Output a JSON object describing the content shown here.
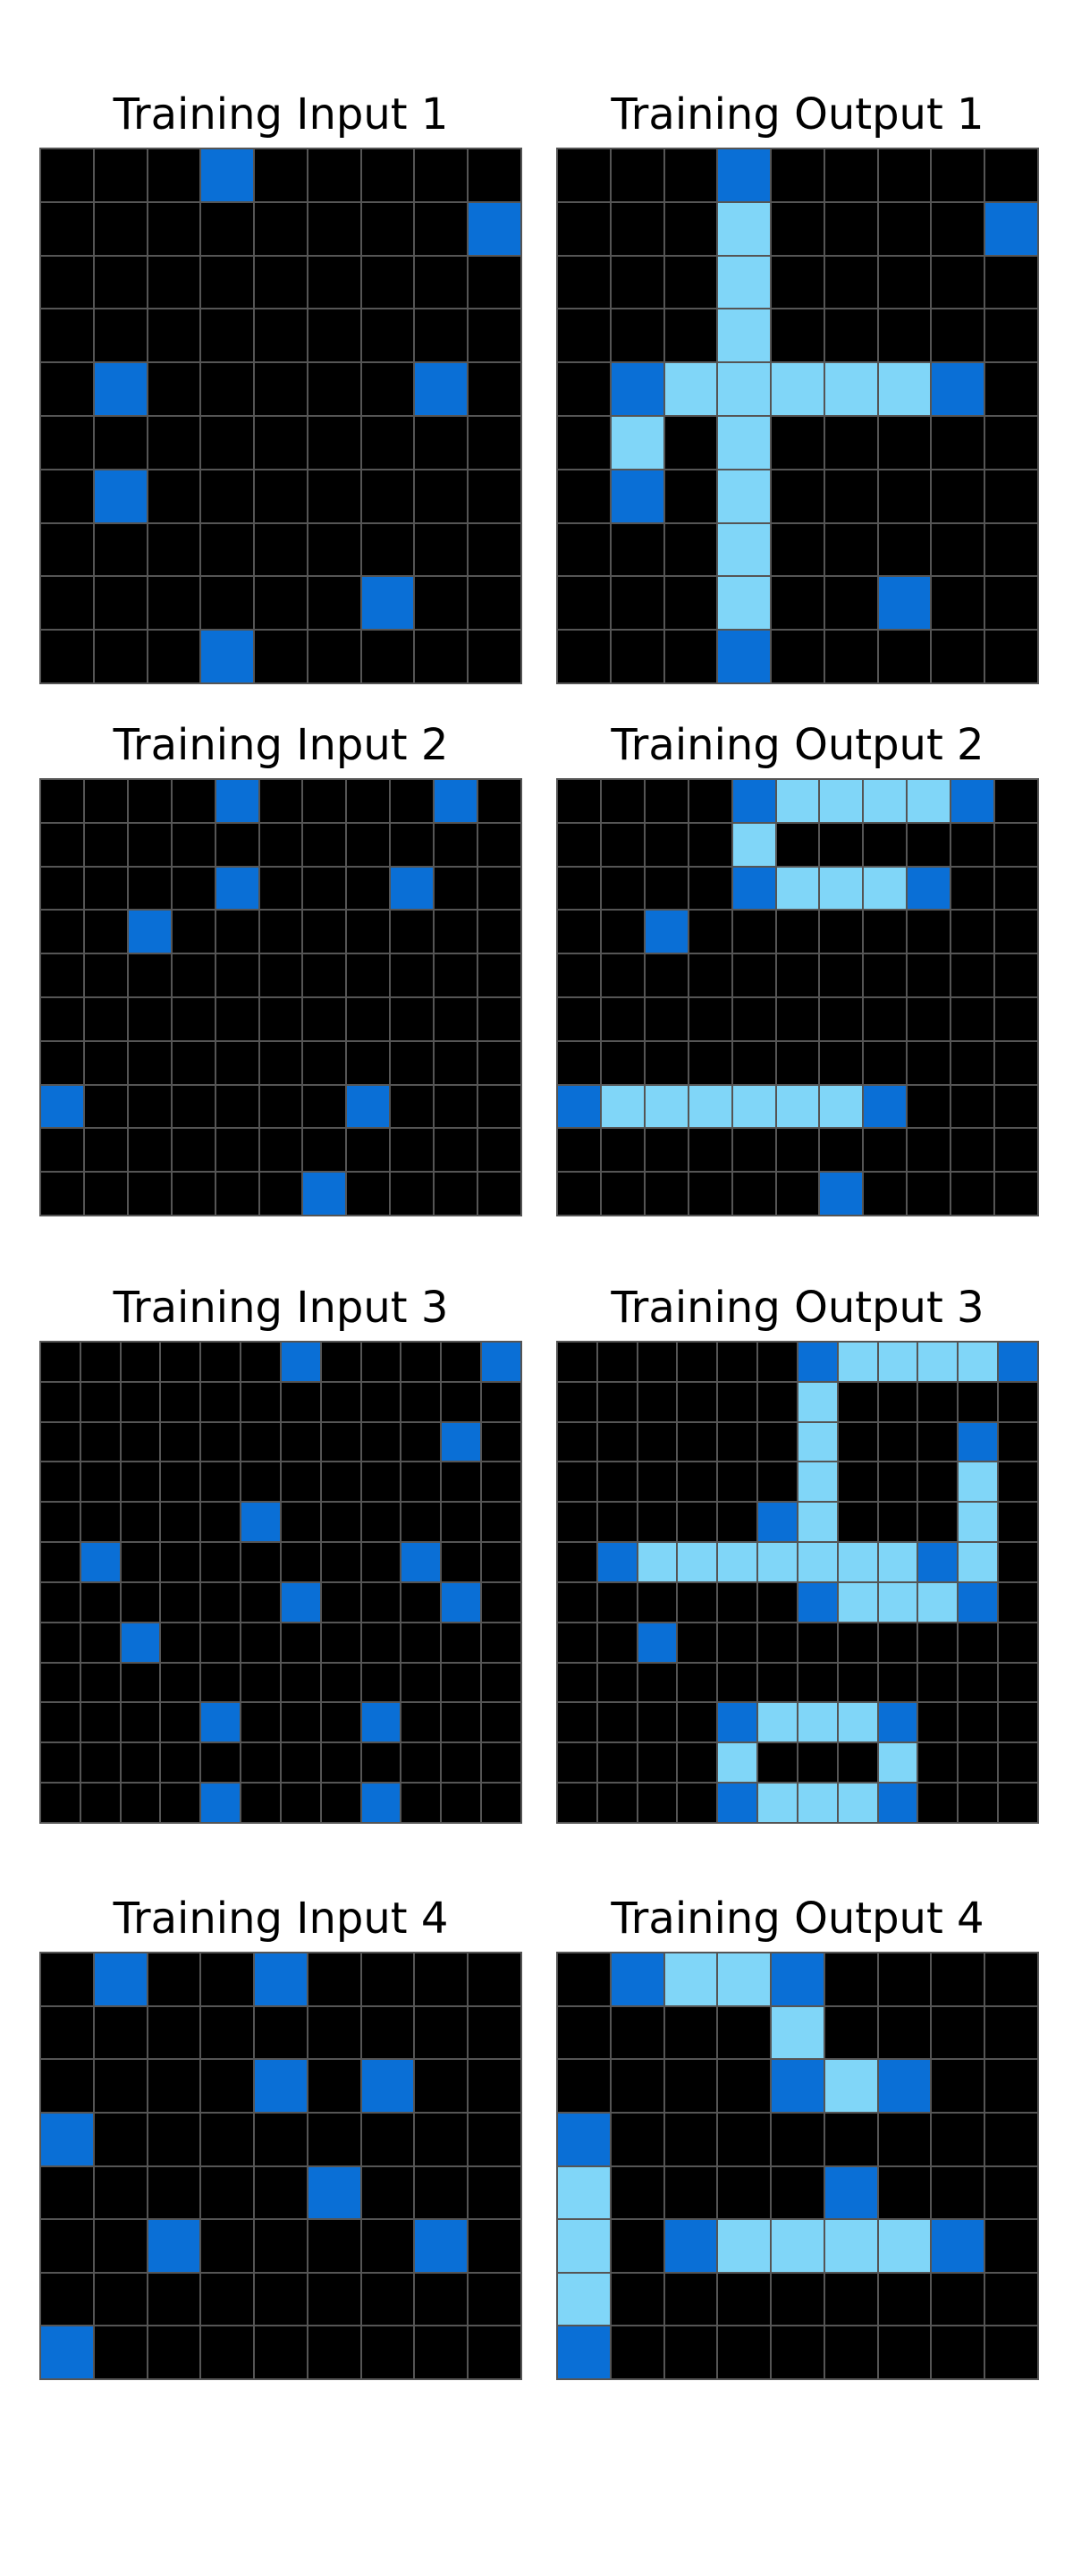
{
  "colors": {
    "0": "#000000",
    "1": "#0a6fd6",
    "2": "#80d6f8",
    "gridline": "#555555"
  },
  "panels": [
    {
      "title": "Training Input 1",
      "grid": [
        [
          0,
          0,
          0,
          1,
          0,
          0,
          0,
          0,
          0
        ],
        [
          0,
          0,
          0,
          0,
          0,
          0,
          0,
          0,
          1
        ],
        [
          0,
          0,
          0,
          0,
          0,
          0,
          0,
          0,
          0
        ],
        [
          0,
          0,
          0,
          0,
          0,
          0,
          0,
          0,
          0
        ],
        [
          0,
          1,
          0,
          0,
          0,
          0,
          0,
          1,
          0
        ],
        [
          0,
          0,
          0,
          0,
          0,
          0,
          0,
          0,
          0
        ],
        [
          0,
          1,
          0,
          0,
          0,
          0,
          0,
          0,
          0
        ],
        [
          0,
          0,
          0,
          0,
          0,
          0,
          0,
          0,
          0
        ],
        [
          0,
          0,
          0,
          0,
          0,
          0,
          1,
          0,
          0
        ],
        [
          0,
          0,
          0,
          1,
          0,
          0,
          0,
          0,
          0
        ]
      ]
    },
    {
      "title": "Training Output 1",
      "grid": [
        [
          0,
          0,
          0,
          1,
          0,
          0,
          0,
          0,
          0
        ],
        [
          0,
          0,
          0,
          2,
          0,
          0,
          0,
          0,
          1
        ],
        [
          0,
          0,
          0,
          2,
          0,
          0,
          0,
          0,
          0
        ],
        [
          0,
          0,
          0,
          2,
          0,
          0,
          0,
          0,
          0
        ],
        [
          0,
          1,
          2,
          2,
          2,
          2,
          2,
          1,
          0
        ],
        [
          0,
          2,
          0,
          2,
          0,
          0,
          0,
          0,
          0
        ],
        [
          0,
          1,
          0,
          2,
          0,
          0,
          0,
          0,
          0
        ],
        [
          0,
          0,
          0,
          2,
          0,
          0,
          0,
          0,
          0
        ],
        [
          0,
          0,
          0,
          2,
          0,
          0,
          1,
          0,
          0
        ],
        [
          0,
          0,
          0,
          1,
          0,
          0,
          0,
          0,
          0
        ]
      ]
    },
    {
      "title": "Training Input 2",
      "grid": [
        [
          0,
          0,
          0,
          0,
          1,
          0,
          0,
          0,
          0,
          1,
          0
        ],
        [
          0,
          0,
          0,
          0,
          0,
          0,
          0,
          0,
          0,
          0,
          0
        ],
        [
          0,
          0,
          0,
          0,
          1,
          0,
          0,
          0,
          1,
          0,
          0
        ],
        [
          0,
          0,
          1,
          0,
          0,
          0,
          0,
          0,
          0,
          0,
          0
        ],
        [
          0,
          0,
          0,
          0,
          0,
          0,
          0,
          0,
          0,
          0,
          0
        ],
        [
          0,
          0,
          0,
          0,
          0,
          0,
          0,
          0,
          0,
          0,
          0
        ],
        [
          0,
          0,
          0,
          0,
          0,
          0,
          0,
          0,
          0,
          0,
          0
        ],
        [
          1,
          0,
          0,
          0,
          0,
          0,
          0,
          1,
          0,
          0,
          0
        ],
        [
          0,
          0,
          0,
          0,
          0,
          0,
          0,
          0,
          0,
          0,
          0
        ],
        [
          0,
          0,
          0,
          0,
          0,
          0,
          1,
          0,
          0,
          0,
          0
        ]
      ]
    },
    {
      "title": "Training Output 2",
      "grid": [
        [
          0,
          0,
          0,
          0,
          1,
          2,
          2,
          2,
          2,
          1,
          0
        ],
        [
          0,
          0,
          0,
          0,
          2,
          0,
          0,
          0,
          0,
          0,
          0
        ],
        [
          0,
          0,
          0,
          0,
          1,
          2,
          2,
          2,
          1,
          0,
          0
        ],
        [
          0,
          0,
          1,
          0,
          0,
          0,
          0,
          0,
          0,
          0,
          0
        ],
        [
          0,
          0,
          0,
          0,
          0,
          0,
          0,
          0,
          0,
          0,
          0
        ],
        [
          0,
          0,
          0,
          0,
          0,
          0,
          0,
          0,
          0,
          0,
          0
        ],
        [
          0,
          0,
          0,
          0,
          0,
          0,
          0,
          0,
          0,
          0,
          0
        ],
        [
          1,
          2,
          2,
          2,
          2,
          2,
          2,
          1,
          0,
          0,
          0
        ],
        [
          0,
          0,
          0,
          0,
          0,
          0,
          0,
          0,
          0,
          0,
          0
        ],
        [
          0,
          0,
          0,
          0,
          0,
          0,
          1,
          0,
          0,
          0,
          0
        ]
      ]
    },
    {
      "title": "Training Input 3",
      "grid": [
        [
          0,
          0,
          0,
          0,
          0,
          0,
          1,
          0,
          0,
          0,
          0,
          1
        ],
        [
          0,
          0,
          0,
          0,
          0,
          0,
          0,
          0,
          0,
          0,
          0,
          0
        ],
        [
          0,
          0,
          0,
          0,
          0,
          0,
          0,
          0,
          0,
          0,
          1,
          0
        ],
        [
          0,
          0,
          0,
          0,
          0,
          0,
          0,
          0,
          0,
          0,
          0,
          0
        ],
        [
          0,
          0,
          0,
          0,
          0,
          1,
          0,
          0,
          0,
          0,
          0,
          0
        ],
        [
          0,
          1,
          0,
          0,
          0,
          0,
          0,
          0,
          0,
          1,
          0,
          0
        ],
        [
          0,
          0,
          0,
          0,
          0,
          0,
          1,
          0,
          0,
          0,
          1,
          0
        ],
        [
          0,
          0,
          1,
          0,
          0,
          0,
          0,
          0,
          0,
          0,
          0,
          0
        ],
        [
          0,
          0,
          0,
          0,
          0,
          0,
          0,
          0,
          0,
          0,
          0,
          0
        ],
        [
          0,
          0,
          0,
          0,
          1,
          0,
          0,
          0,
          1,
          0,
          0,
          0
        ],
        [
          0,
          0,
          0,
          0,
          0,
          0,
          0,
          0,
          0,
          0,
          0,
          0
        ],
        [
          0,
          0,
          0,
          0,
          1,
          0,
          0,
          0,
          1,
          0,
          0,
          0
        ]
      ]
    },
    {
      "title": "Training Output 3",
      "grid": [
        [
          0,
          0,
          0,
          0,
          0,
          0,
          1,
          2,
          2,
          2,
          2,
          1
        ],
        [
          0,
          0,
          0,
          0,
          0,
          0,
          2,
          0,
          0,
          0,
          0,
          0
        ],
        [
          0,
          0,
          0,
          0,
          0,
          0,
          2,
          0,
          0,
          0,
          1,
          0
        ],
        [
          0,
          0,
          0,
          0,
          0,
          0,
          2,
          0,
          0,
          0,
          2,
          0
        ],
        [
          0,
          0,
          0,
          0,
          0,
          1,
          2,
          0,
          0,
          0,
          2,
          0
        ],
        [
          0,
          1,
          2,
          2,
          2,
          2,
          2,
          2,
          2,
          1,
          2,
          0
        ],
        [
          0,
          0,
          0,
          0,
          0,
          0,
          1,
          2,
          2,
          2,
          1,
          0
        ],
        [
          0,
          0,
          1,
          0,
          0,
          0,
          0,
          0,
          0,
          0,
          0,
          0
        ],
        [
          0,
          0,
          0,
          0,
          0,
          0,
          0,
          0,
          0,
          0,
          0,
          0
        ],
        [
          0,
          0,
          0,
          0,
          1,
          2,
          2,
          2,
          1,
          0,
          0,
          0
        ],
        [
          0,
          0,
          0,
          0,
          2,
          0,
          0,
          0,
          2,
          0,
          0,
          0
        ],
        [
          0,
          0,
          0,
          0,
          1,
          2,
          2,
          2,
          1,
          0,
          0,
          0
        ]
      ]
    },
    {
      "title": "Training Input 4",
      "grid": [
        [
          0,
          1,
          0,
          0,
          1,
          0,
          0,
          0,
          0
        ],
        [
          0,
          0,
          0,
          0,
          0,
          0,
          0,
          0,
          0
        ],
        [
          0,
          0,
          0,
          0,
          1,
          0,
          1,
          0,
          0
        ],
        [
          1,
          0,
          0,
          0,
          0,
          0,
          0,
          0,
          0
        ],
        [
          0,
          0,
          0,
          0,
          0,
          1,
          0,
          0,
          0
        ],
        [
          0,
          0,
          1,
          0,
          0,
          0,
          0,
          1,
          0
        ],
        [
          0,
          0,
          0,
          0,
          0,
          0,
          0,
          0,
          0
        ],
        [
          1,
          0,
          0,
          0,
          0,
          0,
          0,
          0,
          0
        ]
      ]
    },
    {
      "title": "Training Output 4",
      "grid": [
        [
          0,
          1,
          2,
          2,
          1,
          0,
          0,
          0,
          0
        ],
        [
          0,
          0,
          0,
          0,
          2,
          0,
          0,
          0,
          0
        ],
        [
          0,
          0,
          0,
          0,
          1,
          2,
          1,
          0,
          0
        ],
        [
          1,
          0,
          0,
          0,
          0,
          0,
          0,
          0,
          0
        ],
        [
          2,
          0,
          0,
          0,
          0,
          1,
          0,
          0,
          0
        ],
        [
          2,
          0,
          1,
          2,
          2,
          2,
          2,
          1,
          0
        ],
        [
          2,
          0,
          0,
          0,
          0,
          0,
          0,
          0,
          0
        ],
        [
          1,
          0,
          0,
          0,
          0,
          0,
          0,
          0,
          0
        ]
      ]
    }
  ]
}
